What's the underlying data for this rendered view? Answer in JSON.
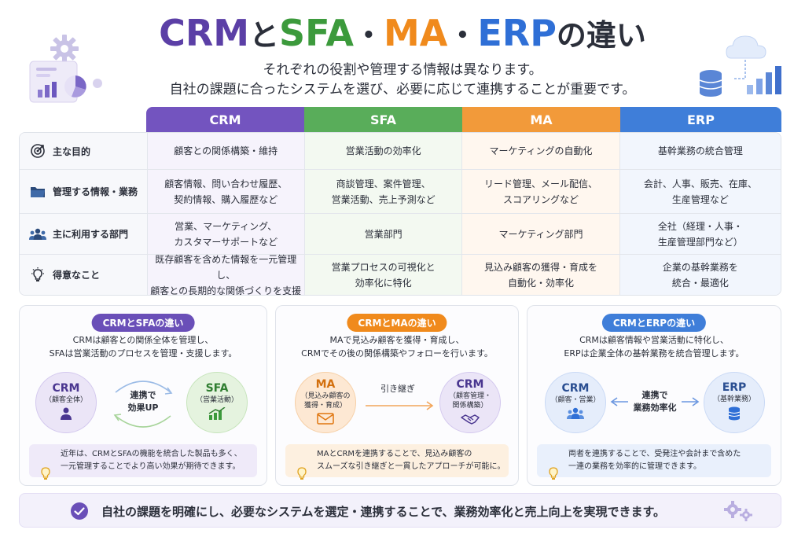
{
  "title": {
    "crm": "CRM",
    "to": "と",
    "sfa": "SFA",
    "dot": "・",
    "ma": "MA",
    "erp": "ERP",
    "rest": "の違い"
  },
  "subtitle": {
    "line1": "それぞれの役割や管理する情報は異なります。",
    "line2": "自社の課題に合ったシステムを選び、必要に応じて連携することが重要です。"
  },
  "colors": {
    "crm": "#7354bf",
    "sfa": "#59ad5a",
    "ma": "#f29a3a",
    "erp": "#3f7ed9"
  },
  "table": {
    "headers": [
      "CRM",
      "SFA",
      "MA",
      "ERP"
    ],
    "rows": [
      {
        "icon": "target-icon",
        "label": "主な目的",
        "cells": [
          "顧客との関係構築・維持",
          "営業活動の効率化",
          "マーケティングの自動化",
          "基幹業務の統合管理"
        ]
      },
      {
        "icon": "folder-icon",
        "label": "管理する情報・業務",
        "cells": [
          "顧客情報、問い合わせ履歴、\n契約情報、購入履歴など",
          "商談管理、案件管理、\n営業活動、売上予測など",
          "リード管理、メール配信、\nスコアリングなど",
          "会計、人事、販売、在庫、\n生産管理など"
        ]
      },
      {
        "icon": "people-icon",
        "label": "主に利用する部門",
        "cells": [
          "営業、マーケティング、\nカスタマーサポートなど",
          "営業部門",
          "マーケティング部門",
          "全社（経理・人事・\n生産管理部門など）"
        ]
      },
      {
        "icon": "lightbulb-icon",
        "label": "得意なこと",
        "cells": [
          "既存顧客を含めた情報を一元管理し、\n顧客との長期的な関係づくりを支援",
          "営業プロセスの可視化と\n効率化に特化",
          "見込み顧客の獲得・育成を\n自動化・効率化",
          "企業の基幹業務を\n統合・最適化"
        ]
      }
    ]
  },
  "cards": [
    {
      "pill": "CRMとSFAの違い",
      "desc": "CRMは顧客との関係全体を管理し、\nSFAは営業活動のプロセスを管理・支援します。",
      "left": {
        "name": "CRM",
        "sub": "（顧客全体）"
      },
      "middle": "連携で\n効果UP",
      "right": {
        "name": "SFA",
        "sub": "（営業活動）"
      },
      "note": "近年は、CRMとSFAの機能を統合した製品も多く、\n一元管理することでより高い効果が期待できます。"
    },
    {
      "pill": "CRMとMAの違い",
      "desc": "MAで見込み顧客を獲得・育成し、\nCRMでその後の関係構築やフォローを行います。",
      "left": {
        "name": "MA",
        "sub": "（見込み顧客の\n獲得・育成）"
      },
      "middle": "引き継ぎ",
      "right": {
        "name": "CRM",
        "sub": "（顧客管理・\n関係構築）"
      },
      "note": "MAとCRMを連携することで、見込み顧客の\nスムーズな引き継ぎと一貫したアプローチが可能に。"
    },
    {
      "pill": "CRMとERPの違い",
      "desc": "CRMは顧客情報や営業活動に特化し、\nERPは企業全体の基幹業務を統合管理します。",
      "left": {
        "name": "CRM",
        "sub": "（顧客・営業）"
      },
      "middle": "連携で\n業務効率化",
      "right": {
        "name": "ERP",
        "sub": "（基幹業務）"
      },
      "note": "両者を連携することで、受発注や会計まで含めた\n一連の業務を効率的に管理できます。"
    }
  ],
  "footer": {
    "text": "自社の課題を明確にし、必要なシステムを選定・連携することで、業務効率化と売上向上を実現できます。"
  }
}
